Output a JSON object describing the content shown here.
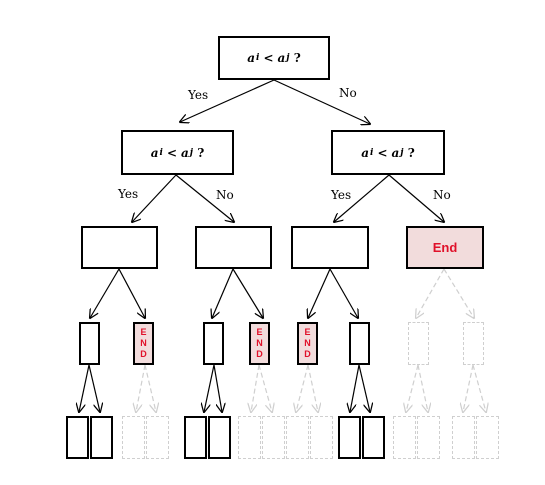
{
  "questions": {
    "root": {
      "a": "a",
      "i": "i",
      "op": "<",
      "j": "j",
      "mark": "?"
    },
    "left": {
      "a": "a",
      "i": "i",
      "op": "<",
      "j": "j",
      "mark": "?"
    },
    "right": {
      "a": "a",
      "i": "i",
      "op": "<",
      "j": "j",
      "mark": "?"
    }
  },
  "edge_labels": {
    "root_yes": "Yes",
    "root_no": "No",
    "left_yes": "Yes",
    "left_no": "No",
    "right_yes": "Yes",
    "right_no": "No"
  },
  "end_label": "End",
  "end_small": [
    "E",
    "N",
    "D"
  ],
  "colors": {
    "end_fill": "#f2dcdc",
    "end_text": "#e0112a",
    "ghost_border": "#cfcfcf"
  }
}
